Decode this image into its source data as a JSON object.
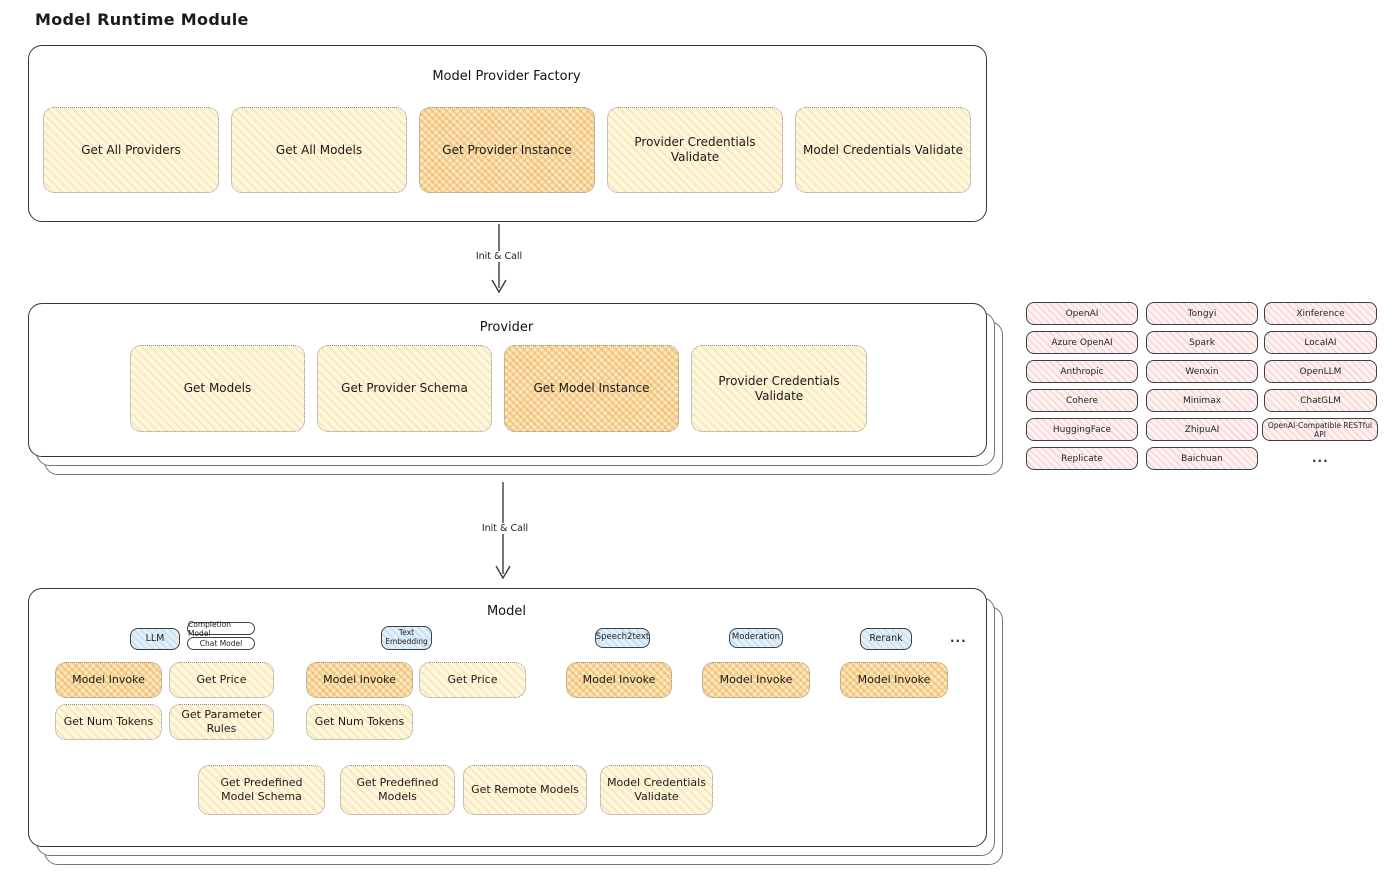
{
  "page": {
    "title": "Model Runtime Module"
  },
  "colors": {
    "button_yellow": "#fdf7df",
    "button_highlight": "#fbe9c4",
    "provider_pink": "#fdf1f1",
    "tab_blue": "#e2f0fa",
    "outline": "#33383f"
  },
  "factory": {
    "title": "Model Provider Factory",
    "buttons": [
      "Get All Providers",
      "Get All Models",
      "Get Provider Instance",
      "Provider Credentials Validate",
      "Model Credentials Validate"
    ]
  },
  "arrows": {
    "first_label": "Init & Call",
    "second_label": "Init & Call"
  },
  "provider": {
    "title": "Provider",
    "buttons": [
      "Get Models",
      "Get Provider Schema",
      "Get Model Instance",
      "Provider Credentials Validate"
    ]
  },
  "provider_list": {
    "column1": [
      "OpenAI",
      "Azure OpenAI",
      "Anthropic",
      "Cohere",
      "HuggingFace",
      "Replicate"
    ],
    "column2": [
      "Tongyi",
      "Spark",
      "Wenxin",
      "Minimax",
      "ZhipuAI",
      "Baichuan"
    ],
    "column3": [
      "Xinference",
      "LocalAI",
      "OpenLLM",
      "ChatGLM",
      "OpenAI-Compatible RESTful API"
    ],
    "more": "..."
  },
  "model": {
    "title": "Model",
    "tabs": {
      "llm": "LLM",
      "completion_model": "Completion Model",
      "chat_model": "Chat Model",
      "text_embedding": "Text Embedding",
      "speech2text": "Speech2text",
      "moderation": "Moderation",
      "rerank": "Rerank",
      "more": "..."
    },
    "llm_buttons": [
      "Model Invoke",
      "Get Price",
      "Get Num Tokens",
      "Get Parameter Rules"
    ],
    "embedding_buttons": [
      "Model Invoke",
      "Get Price",
      "Get Num Tokens"
    ],
    "speech2text_buttons": [
      "Model Invoke"
    ],
    "moderation_buttons": [
      "Model Invoke"
    ],
    "rerank_buttons": [
      "Model Invoke"
    ],
    "bottom_buttons": [
      "Get Predefined Model Schema",
      "Get Predefined Models",
      "Get Remote Models",
      "Model Credentials Validate"
    ]
  }
}
